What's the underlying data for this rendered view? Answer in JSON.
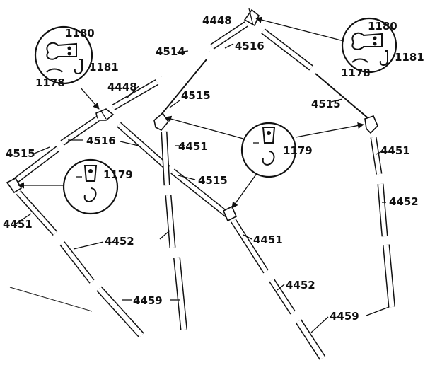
{
  "parts": {
    "p4448_top": "4448",
    "p4516_top": "4516",
    "p4514": "4514",
    "p4448_left": "4448",
    "p4515_a": "4515",
    "p4515_b": "4515",
    "p4515_left": "4515",
    "p4516_left": "4516",
    "p4515_center": "4515",
    "p4451_a": "4451",
    "p4451_b": "4451",
    "p4451_c": "4451",
    "p4451_right": "4451",
    "p4452_a": "4452",
    "p4452_b": "4452",
    "p4452_right": "4452",
    "p4459_a": "4459",
    "p4459_b": "4459"
  },
  "callouts": {
    "left_top": {
      "a": "1180",
      "b": "1181",
      "c": "1178"
    },
    "right_top": {
      "a": "1180",
      "b": "1181",
      "c": "1178"
    },
    "left_mid": {
      "a": "1179"
    },
    "center": {
      "a": "1179"
    }
  }
}
